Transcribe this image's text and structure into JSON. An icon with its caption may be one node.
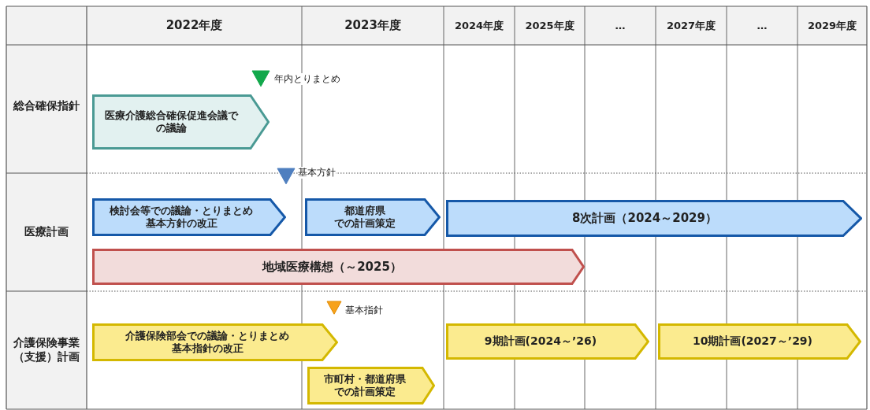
{
  "diagram": {
    "nodes": [
      {
        "text": [
          "医療介護総合確保促進会議での議論"
        ]
      },
      {
        "text": [
          "検討会等での議論・とりまとめ",
          "基本方針の改正"
        ]
      },
      {
        "text": [
          "都道府県",
          "での計画策定"
        ]
      },
      {
        "text": [
          "8次計画（2024～2029）"
        ]
      },
      {
        "text": [
          "地域医療構想（～2025）"
        ]
      },
      {
        "text": [
          "介護保険部会での議論・とりまとめ",
          "基本指針の改正"
        ]
      },
      {
        "text": [
          "市町村・都道府県",
          "での計画策定"
        ]
      },
      {
        "text": [
          "9期計画(2024～’26)"
        ]
      },
      {
        "text": [
          "10期計画(2027～’29)"
        ]
      }
    ],
    "labels": [
      "2022年度",
      "2023年度",
      "2024年度",
      "2025年度",
      "…",
      "2027年度",
      "…",
      "2029年度",
      "総合確保指針",
      "年内とりまとめ",
      "基本方針",
      "医療計画",
      "基本指針",
      "介護保険事業（支援）計画"
    ]
  }
}
